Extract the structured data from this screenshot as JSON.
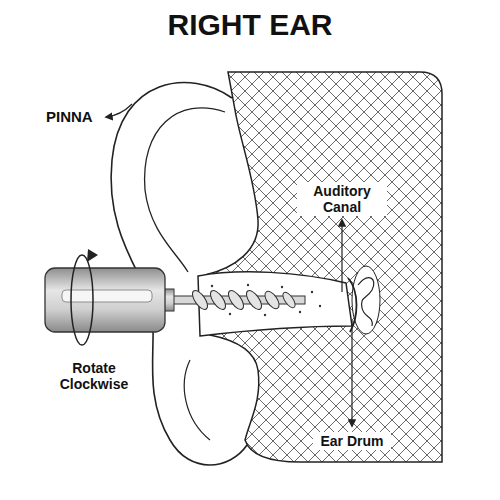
{
  "diagram": {
    "title": "RIGHT EAR",
    "labels": [
      "PINNA",
      "Auditory Canal",
      "Rotate Clockwise",
      "Ear Drum"
    ]
  }
}
